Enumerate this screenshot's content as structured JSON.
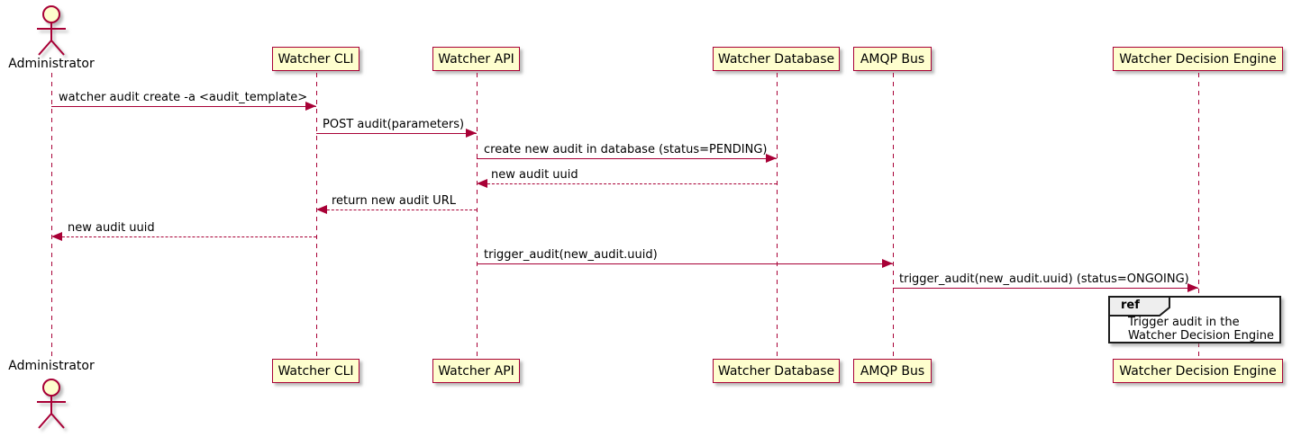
{
  "diagram": {
    "kind": "uml-sequence-diagram",
    "style": "plantuml-default"
  },
  "colors": {
    "stroke_and_arrows": "#A80036",
    "participant_fill": "#FEFECE",
    "text": "#000000",
    "ref_frame_border": "#1b1b1b",
    "ref_tab_fill": "#EEEEEE",
    "background": "#FFFFFF"
  },
  "actor": {
    "label": "Administrator"
  },
  "participants": [
    {
      "label": "Watcher CLI"
    },
    {
      "label": "Watcher API"
    },
    {
      "label": "Watcher Database"
    },
    {
      "label": "AMQP Bus"
    },
    {
      "label": "Watcher Decision Engine"
    }
  ],
  "messages": [
    {
      "from": "Administrator",
      "to": "Watcher CLI",
      "style": "solid",
      "label": "watcher audit create -a <audit_template>"
    },
    {
      "from": "Watcher CLI",
      "to": "Watcher API",
      "style": "solid",
      "label": "POST audit(parameters)"
    },
    {
      "from": "Watcher API",
      "to": "Watcher Database",
      "style": "solid",
      "label": "create new audit in database (status=PENDING)"
    },
    {
      "from": "Watcher Database",
      "to": "Watcher API",
      "style": "dashed",
      "label": "new audit uuid"
    },
    {
      "from": "Watcher API",
      "to": "Watcher CLI",
      "style": "dashed",
      "label": "return new audit URL"
    },
    {
      "from": "Watcher CLI",
      "to": "Administrator",
      "style": "dashed",
      "label": "new audit uuid"
    },
    {
      "from": "Watcher API",
      "to": "AMQP Bus",
      "style": "solid",
      "label": "trigger_audit(new_audit.uuid)"
    },
    {
      "from": "AMQP Bus",
      "to": "Watcher Decision Engine",
      "style": "solid",
      "label": "trigger_audit(new_audit.uuid) (status=ONGOING)"
    }
  ],
  "ref_fragment": {
    "keyword": "ref",
    "over": "Watcher Decision Engine",
    "line1": "Trigger audit in the",
    "line2": "Watcher Decision Engine"
  }
}
